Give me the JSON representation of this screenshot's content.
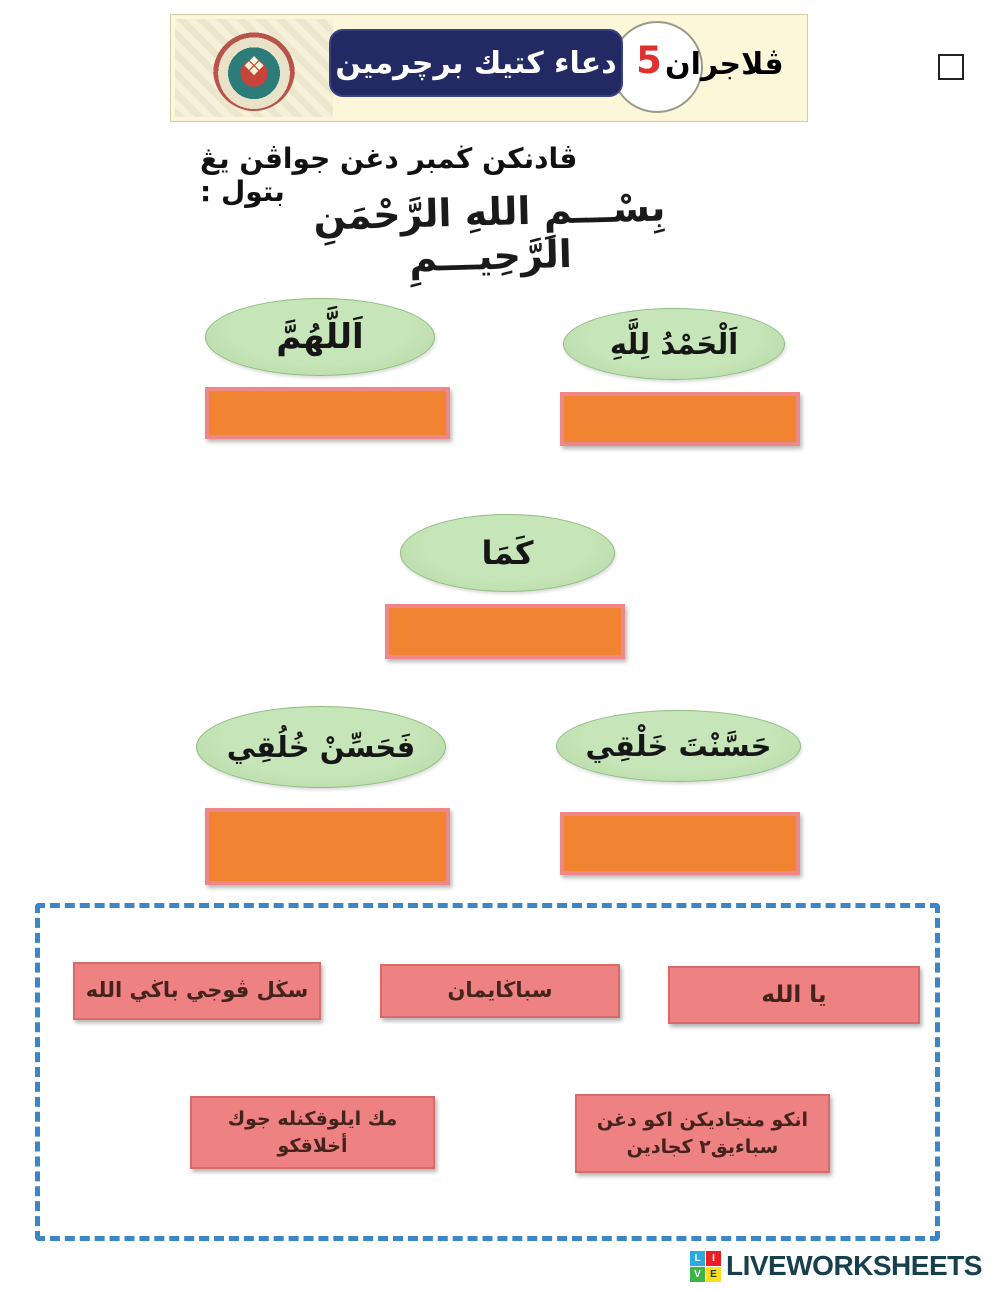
{
  "header": {
    "lesson_label": "ڤلاجران",
    "lesson_number": "5",
    "title": "دعاء كتيك برچرمين"
  },
  "instruction": "ڤادنكن ڬمبر دغن جواڤن يڠ بتول :",
  "bismillah": "بِسْـــمِ اللهِ الرَّحْمَنِ الرَّحِيـــمِ",
  "ovals": [
    {
      "id": "allahumma",
      "text": "اَللَّهُمَّ"
    },
    {
      "id": "alhamdulillah",
      "text": "اَلْحَمْدُ لِلَّهِ"
    },
    {
      "id": "kama",
      "text": "كَمَا"
    },
    {
      "id": "fahassin-khuluqi",
      "text": "فَحَسِّنْ خُلُقِي"
    },
    {
      "id": "hassanta-khalqi",
      "text": "حَسَّنْتَ خَلْقِي"
    }
  ],
  "tiles": [
    {
      "text": "سڬل ڤوجي باڬي الله"
    },
    {
      "text": "سباڬايمان"
    },
    {
      "text": "يا الله"
    },
    {
      "line1": "مك ايلوقكنله جوك",
      "line2": "أخلاقكو"
    },
    {
      "line1": "انكو منجاديكن اكو دغن",
      "line2": "سباءيق٢ كجادين"
    }
  ],
  "footer": {
    "brand": "LIVEWORKSHEETS",
    "icon_letters": [
      "L",
      "I",
      "V",
      "E"
    ]
  },
  "colors": {
    "oval_green": "#b2d7a2",
    "dropzone_orange": "#f08433",
    "dropzone_border_pink": "#ee8787",
    "tile_pink": "#ee8181",
    "bank_dash_blue": "#3c85c6",
    "header_navy": "#232a63",
    "lesson_number_red": "#e02f2f"
  }
}
